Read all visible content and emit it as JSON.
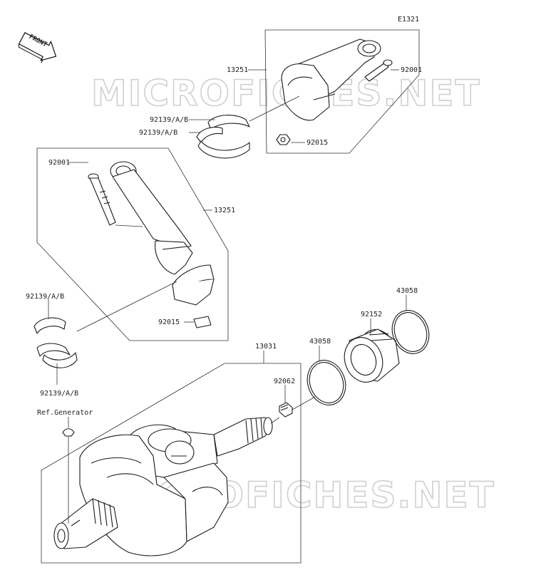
{
  "diagram_code": "E1321",
  "front_indicator": "FRONT",
  "watermark": "MICROFICHES.NET",
  "labels": {
    "rod_upper": "13251",
    "bolt_upper": "92001",
    "bearing_upper_a": "92139/A/B",
    "bearing_upper_b": "92139/A/B",
    "nut_upper": "92015",
    "bolt_left": "92001",
    "rod_left": "13251",
    "bearing_left_a": "92139/A/B",
    "nut_left": "92015",
    "bearing_left_b": "92139/A/B",
    "crankshaft": "13031",
    "ring_right": "43058",
    "seal_housing": "92152",
    "ring_mid": "43058",
    "plug": "92062",
    "ref_generator": "Ref.Generator"
  }
}
